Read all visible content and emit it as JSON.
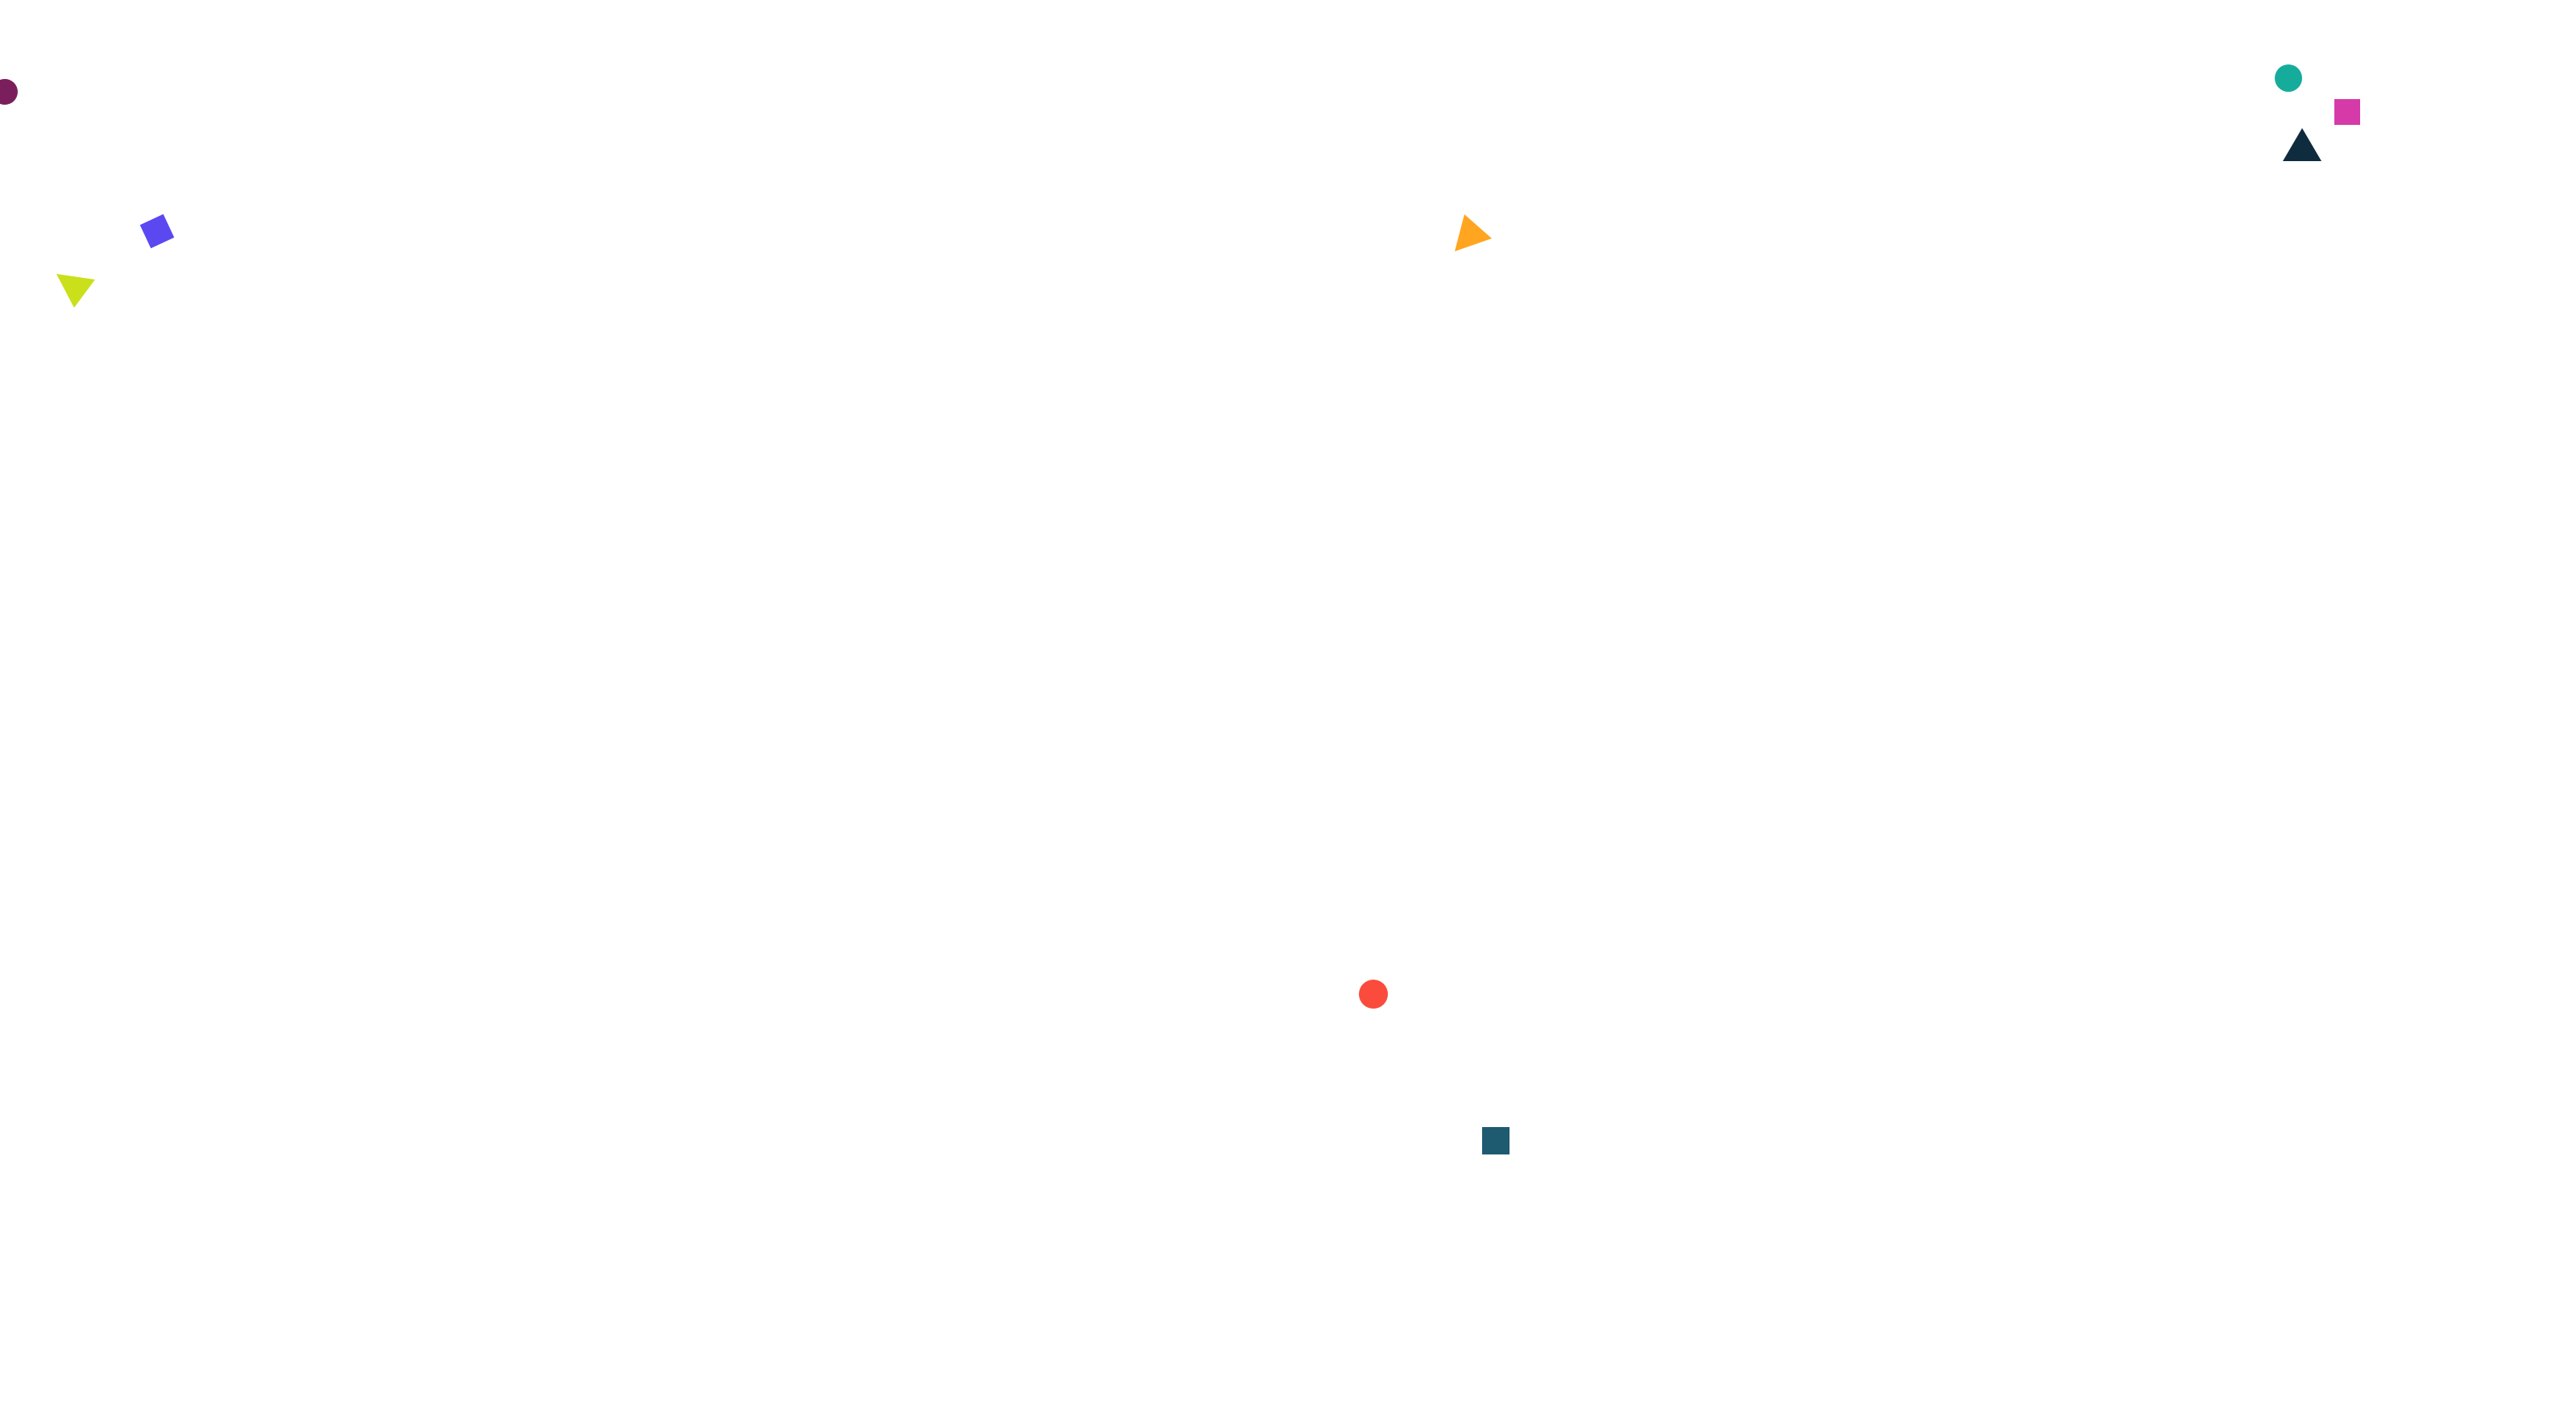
{
  "shapes": [
    {
      "kind": "circle",
      "color": "#7a1f5c"
    },
    {
      "kind": "square",
      "color": "#5b48f0"
    },
    {
      "kind": "triangle",
      "color": "#c9e01a"
    },
    {
      "kind": "triangle",
      "color": "#ffa51f"
    },
    {
      "kind": "circle",
      "color": "#16ac9c"
    },
    {
      "kind": "square",
      "color": "#d63aa8"
    },
    {
      "kind": "triangle",
      "color": "#0f2c3f"
    },
    {
      "kind": "circle",
      "color": "#fa4b3c"
    },
    {
      "kind": "square",
      "color": "#1e5a70"
    }
  ]
}
